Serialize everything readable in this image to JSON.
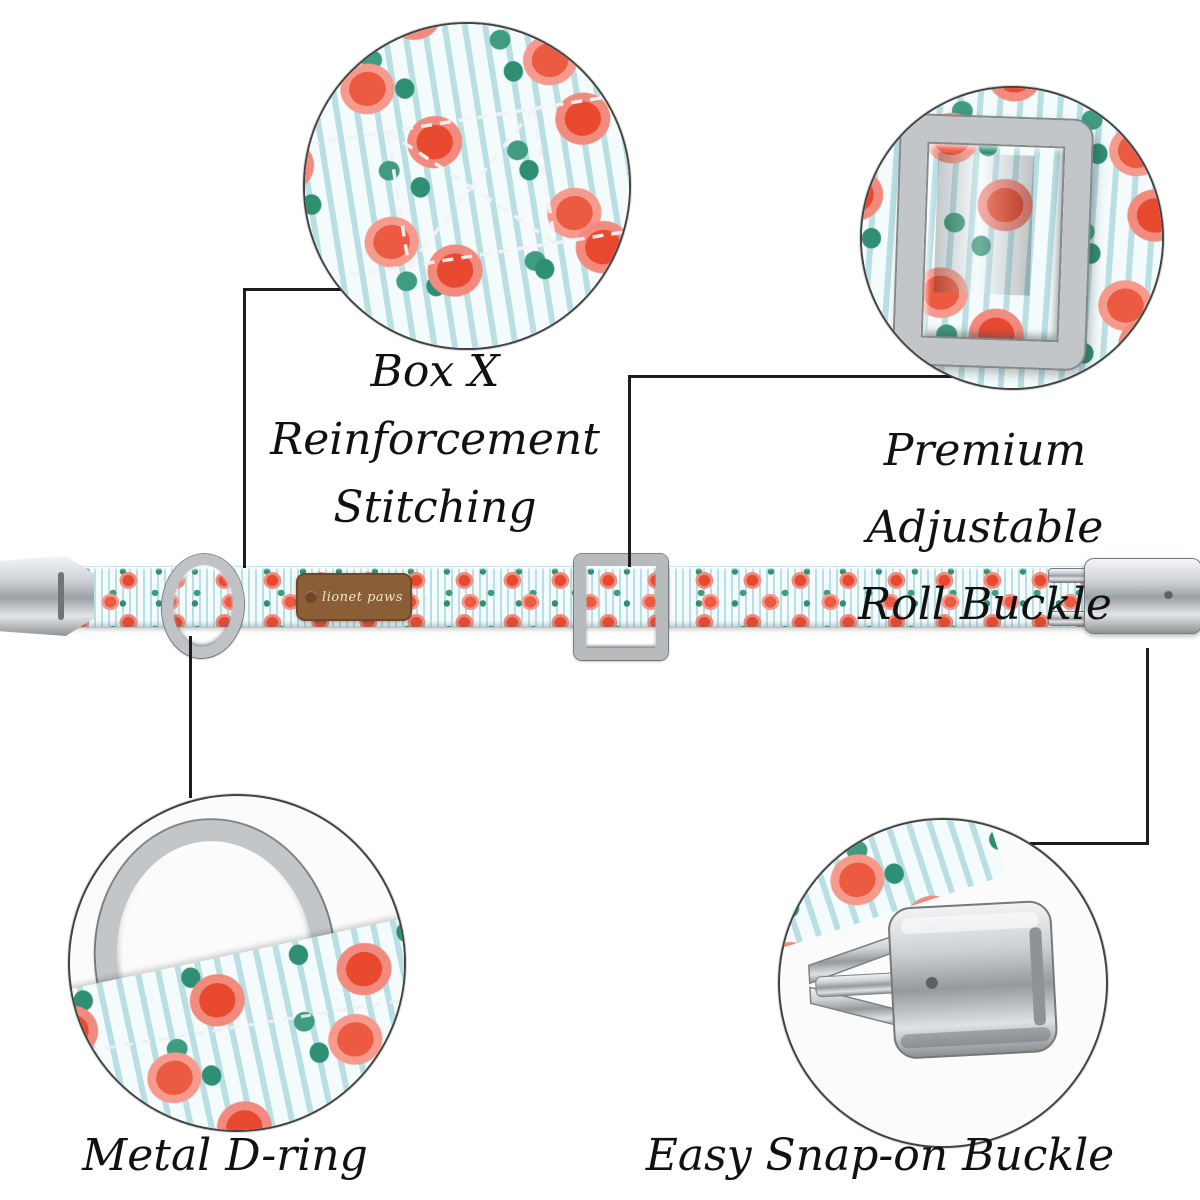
{
  "labels": {
    "box_stitching_line1": "Box X Reinforcement",
    "box_stitching_line2": "Stitching",
    "roll_buckle_line1": "Premium Adjustable",
    "roll_buckle_line2": "Roll Buckle",
    "d_ring": "Metal D-ring",
    "snap_buckle": "Easy Snap-on Buckle"
  },
  "collar": {
    "brand_tag": "lionet paws"
  },
  "icons": {
    "paw_logo": "paw-circle-badge"
  },
  "colors": {
    "rose": "#e8492f",
    "rose_light": "#f28a7e",
    "leaf": "#2f8f72",
    "stripe": "#b9dee3",
    "fabric_base": "#f3fbfc",
    "metal": "#c2c6c9",
    "metal_dark": "#85898c",
    "leather_tag": "#8a5f36",
    "connector": "#1c1c1c",
    "text": "#111111"
  }
}
